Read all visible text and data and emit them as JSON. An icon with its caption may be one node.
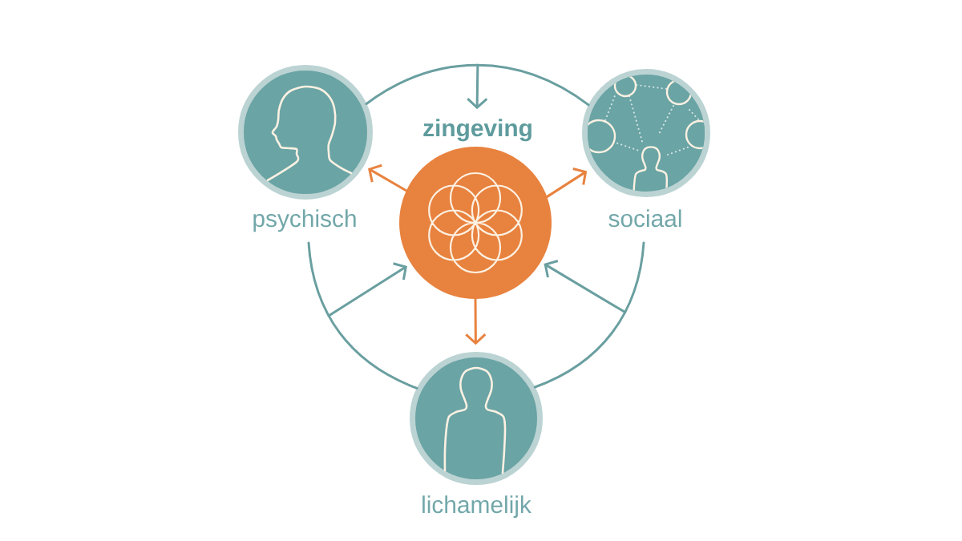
{
  "diagram": {
    "nodes": [
      {
        "text": [
          "zingeving"
        ]
      },
      {
        "text": [
          "psychisch"
        ]
      },
      {
        "text": [
          "sociaal"
        ]
      },
      {
        "text": [
          "lichamelijk"
        ]
      }
    ],
    "edges": [
      {
        "from": 0,
        "to": 1,
        "arrow": "to",
        "color": "#e8823f"
      },
      {
        "from": 0,
        "to": 2,
        "arrow": "to",
        "color": "#e8823f"
      },
      {
        "from": 0,
        "to": 3,
        "arrow": "to",
        "color": "#e8823f"
      },
      {
        "from": 1,
        "to": 2,
        "arrow": "none"
      },
      {
        "from": 1,
        "to": 3,
        "arrow": "none"
      },
      {
        "from": 2,
        "to": 3,
        "arrow": "none"
      },
      {
        "from": null,
        "to": 0,
        "arrow": "to"
      },
      {
        "from": null,
        "to": 0,
        "arrow": "to"
      },
      {
        "from": null,
        "to": 0,
        "arrow": "to"
      }
    ]
  }
}
